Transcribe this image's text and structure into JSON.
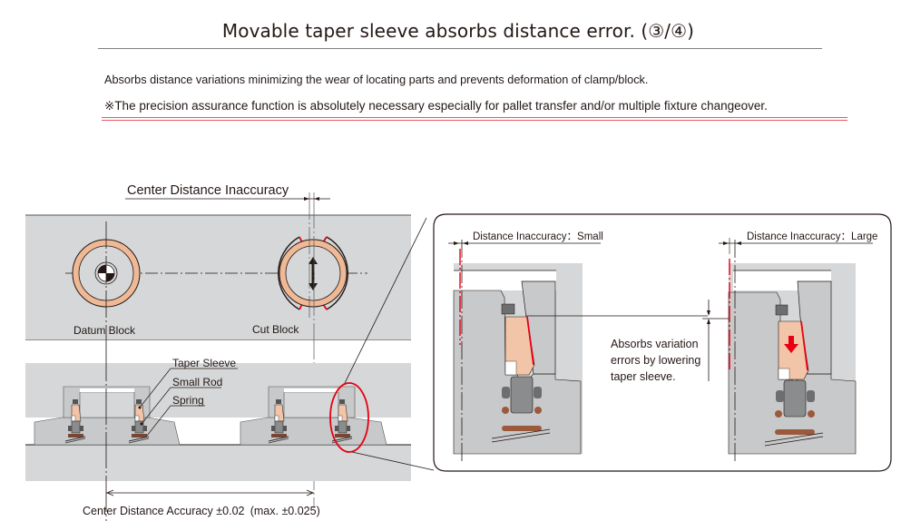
{
  "header": {
    "title": "Movable taper sleeve absorbs distance error. (③/④)",
    "description": "Absorbs distance variations minimizing the wear of locating parts and prevents deformation of clamp/block.",
    "note": "※The precision assurance function is absolutely necessary especially for pallet transfer and/or multiple fixture changeover."
  },
  "overview": {
    "center_distance_inaccuracy": "Center Distance Inaccuracy",
    "datum_block": "Datum Block",
    "cut_block": "Cut Block",
    "taper_sleeve": "Taper Sleeve",
    "small_rod": "Small Rod",
    "spring": "Spring",
    "center_distance_accuracy": "Center Distance Accuracy ±0.02 (max. ±0.025)"
  },
  "detail": {
    "small_label": "Distance Inaccuracy：Small",
    "large_label": "Distance Inaccuracy：Large",
    "absorb_text": [
      "Absorbs variation",
      "errors by lowering",
      "taper sleeve."
    ]
  },
  "colors": {
    "accent_red": "#e60012",
    "sleeve": "#f2c4a8",
    "block_gray": "#d5d7d8",
    "part_gray": "#c8c9ca",
    "ring_orange": "#f0b996",
    "spring_brown": "#9c5a3c"
  }
}
